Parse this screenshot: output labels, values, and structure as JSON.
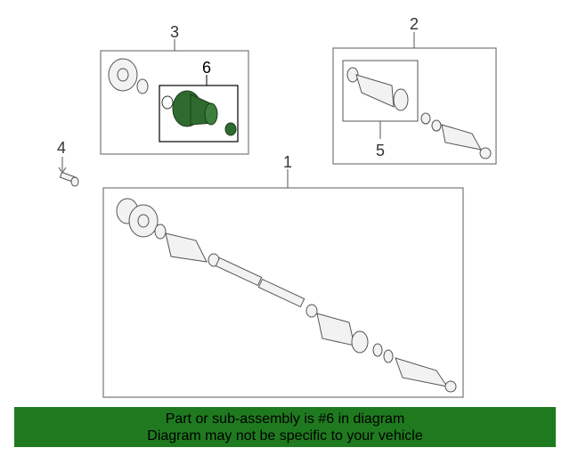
{
  "diagram": {
    "callouts": [
      "1",
      "2",
      "3",
      "4",
      "5",
      "6"
    ],
    "highlighted_callout": "6",
    "colors": {
      "highlight": "#2f6b2f",
      "line": "#555555",
      "box_border": "#777777",
      "part_fill": "#f2f2f2"
    }
  },
  "banner": {
    "line1": "Part or sub-assembly is #6 in diagram",
    "line2": "Diagram may not be specific to your vehicle",
    "background": "#1f7a1f"
  }
}
